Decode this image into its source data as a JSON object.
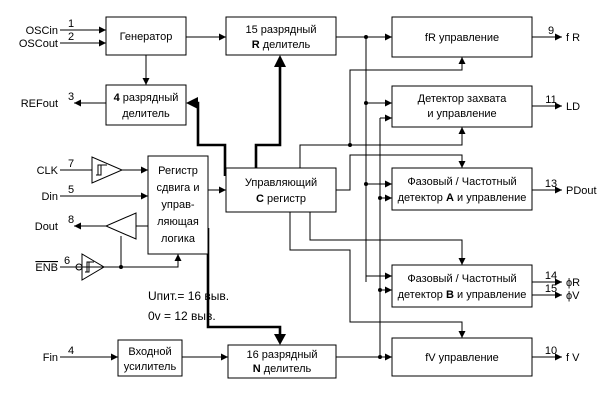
{
  "diagram": {
    "blocks": {
      "generator": "Генератор",
      "r_divider_1": "15 разрядный",
      "r_divider_2a": "R",
      "r_divider_2b": " делитель",
      "ref_divider_1a": "4",
      "ref_divider_1b": " разрядный",
      "ref_divider_2": "делитель",
      "fr_control": "fR управление",
      "lock_detector_1": "Детектор захвата",
      "lock_detector_2": "и управление",
      "shift_reg_1": "Регистр",
      "shift_reg_2": "сдвига и",
      "shift_reg_3": "управ-",
      "shift_reg_4": "ляющая",
      "shift_reg_5": "логика",
      "control_reg_1": "Управляющий",
      "control_reg_2a": "C",
      "control_reg_2b": " регистр",
      "pfd_a_1": "Фазовый / Частотный",
      "pfd_a_2a": "детектор ",
      "pfd_a_2b": "A",
      "pfd_a_2c": " и управление",
      "pfd_b_1": "Фазовый / Частотный",
      "pfd_b_2a": "детектор ",
      "pfd_b_2b": "B",
      "pfd_b_2c": " и управление",
      "input_amp_1": "Входной",
      "input_amp_2": "усилитель",
      "n_divider_1": "16 разрядный",
      "n_divider_2a": "N",
      "n_divider_2b": " делитель",
      "fv_control": "fV управление"
    },
    "pins": {
      "oscin": {
        "name": "OSCin",
        "num": "1"
      },
      "oscout": {
        "name": "OSCout",
        "num": "2"
      },
      "refout": {
        "name": "REFout",
        "num": "3"
      },
      "clk": {
        "name": "CLK",
        "num": "7"
      },
      "din": {
        "name": "Din",
        "num": "5"
      },
      "dout": {
        "name": "Dout",
        "num": "8"
      },
      "enb": {
        "name": "ENB",
        "num": "6"
      },
      "fin": {
        "name": "Fin",
        "num": "4"
      },
      "fr": {
        "name": "f R",
        "num": "9"
      },
      "ld": {
        "name": "LD",
        "num": "11"
      },
      "pdout": {
        "name": "PDout",
        "num": "13"
      },
      "phir": {
        "name": "ϕR",
        "num": "14"
      },
      "phiv": {
        "name": "ϕV",
        "num": "15"
      },
      "fv": {
        "name": "f V",
        "num": "10"
      }
    },
    "notes": {
      "power": "Uпит.= 16 выв.",
      "ground": "0v = 12 выв."
    },
    "icons": {
      "schmitt_clk": "schmitt-trigger-buffer-icon",
      "schmitt_enb": "inverting-schmitt-trigger-icon",
      "dout_buffer": "output-buffer-icon"
    }
  }
}
